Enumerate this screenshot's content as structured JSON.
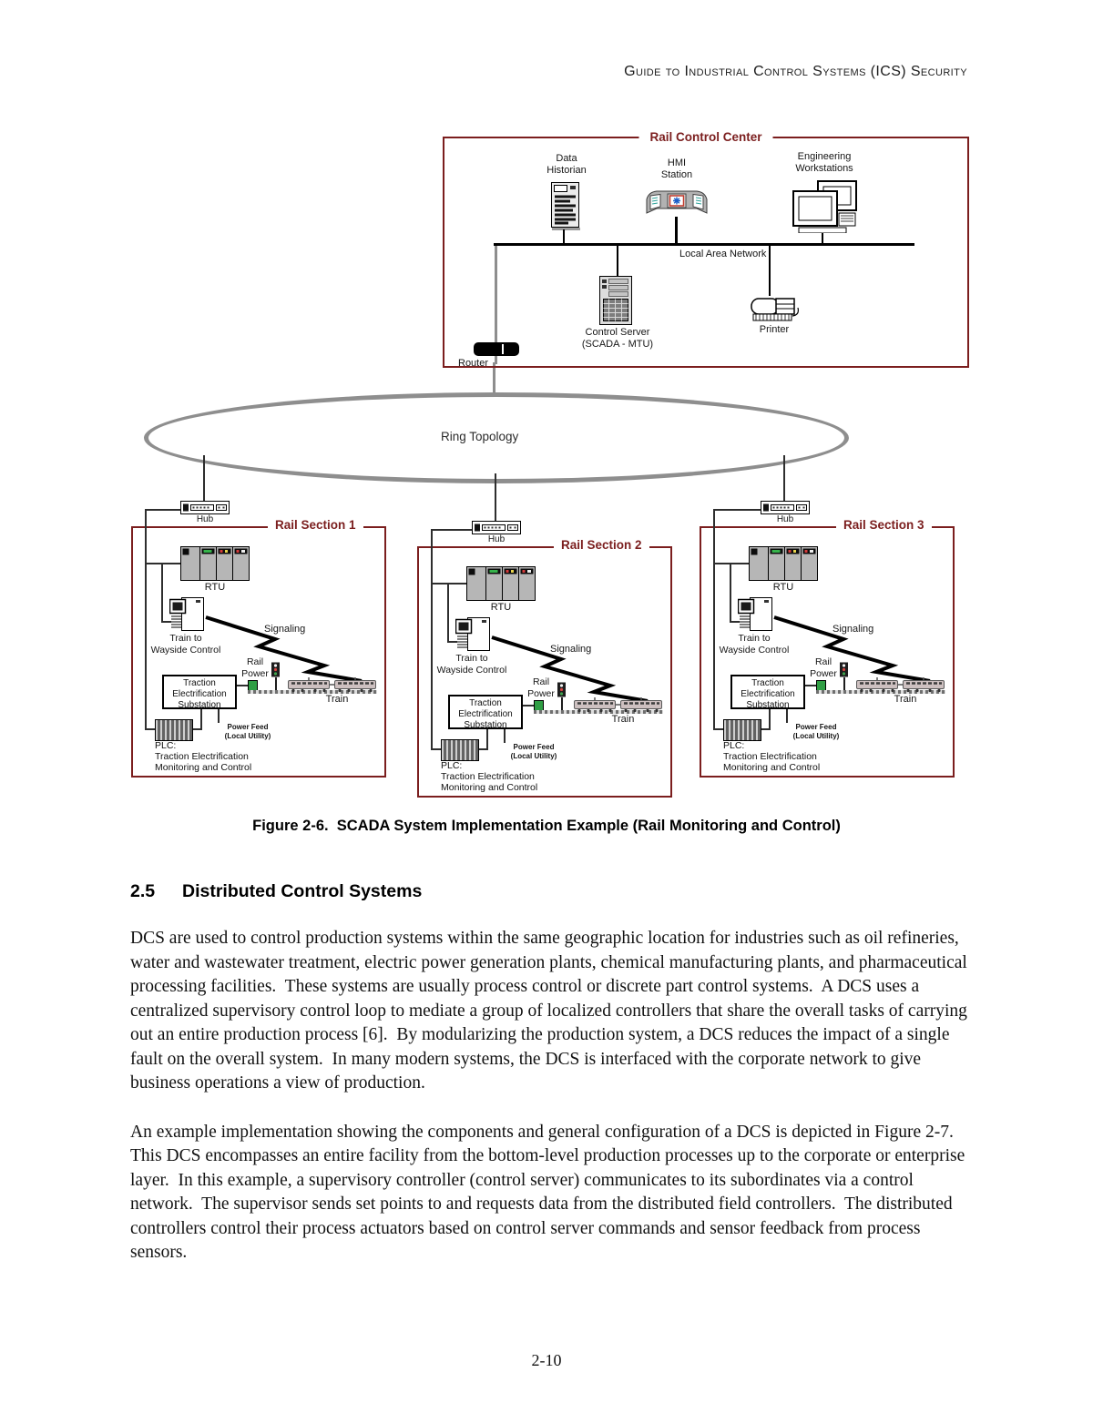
{
  "header": {
    "running_title": "Guide to Industrial Control Systems (ICS) Security"
  },
  "figure": {
    "caption": "Figure 2-6.  SCADA System Implementation Example (Rail Monitoring and Control)",
    "ring_label": "Ring Topology",
    "control_center": {
      "title": "Rail Control Center",
      "data_historian": [
        "Data",
        "Historian"
      ],
      "hmi_station": [
        "HMI",
        "Station"
      ],
      "engineering_workstations": [
        "Engineering",
        "Workstations"
      ],
      "lan_label": "Local Area Network",
      "control_server": [
        "Control Server",
        "(SCADA - MTU)"
      ],
      "printer_label": "Printer",
      "router_label": "Router"
    },
    "sections": [
      {
        "title": "Rail Section 1",
        "hub_label": "Hub",
        "rtu_label": "RTU",
        "wayside": [
          "Train to",
          "Wayside Control"
        ],
        "signaling_label": "Signaling",
        "rail_power": [
          "Rail",
          "Power"
        ],
        "substation": [
          "Traction",
          "Electrification",
          "Substation"
        ],
        "train_label": "Train",
        "power_feed": [
          "Power Feed",
          "(Local Utility)"
        ],
        "plc": [
          "PLC:",
          "Traction Electrification",
          "Monitoring and Control"
        ]
      },
      {
        "title": "Rail Section 2",
        "hub_label": "Hub",
        "rtu_label": "RTU",
        "wayside": [
          "Train to",
          "Wayside Control"
        ],
        "signaling_label": "Signaling",
        "rail_power": [
          "Rail",
          "Power"
        ],
        "substation": [
          "Traction",
          "Electrification",
          "Substation"
        ],
        "train_label": "Train",
        "power_feed": [
          "Power Feed",
          "(Local Utility)"
        ],
        "plc": [
          "PLC:",
          "Traction Electrification",
          "Monitoring and Control"
        ]
      },
      {
        "title": "Rail Section 3",
        "hub_label": "Hub",
        "rtu_label": "RTU",
        "wayside": [
          "Train to",
          "Wayside Control"
        ],
        "signaling_label": "Signaling",
        "rail_power": [
          "Rail",
          "Power"
        ],
        "substation": [
          "Traction",
          "Electrification",
          "Substation"
        ],
        "train_label": "Train",
        "power_feed": [
          "Power Feed",
          "(Local Utility)"
        ],
        "plc": [
          "PLC:",
          "Traction Electrification",
          "Monitoring and Control"
        ]
      }
    ],
    "colors": {
      "accent_maroon": "#7b1e1e",
      "ring_gray": "#8e8e8e",
      "signal_green": "#2f9e44",
      "hmi_blue": "#1a5dc8"
    }
  },
  "content": {
    "section_number": "2.5",
    "section_title": "Distributed Control Systems",
    "paragraphs": [
      "DCS are used to control production systems within the same geographic location for industries such as oil refineries, water and wastewater treatment, electric power generation plants, chemical manufacturing plants, and pharmaceutical processing facilities.  These systems are usually process control or discrete part control systems.  A DCS uses a centralized supervisory control loop to mediate a group of localized controllers that share the overall tasks of carrying out an entire production process [6].  By modularizing the production system, a DCS reduces the impact of a single fault on the overall system.  In many modern systems, the DCS is interfaced with the corporate network to give business operations a view of production.",
      "An example implementation showing the components and general configuration of a DCS is depicted in Figure 2-7.  This DCS encompasses an entire facility from the bottom-level production processes up to the corporate or enterprise layer.  In this example, a supervisory controller (control server) communicates to its subordinates via a control network.  The supervisor sends set points to and requests data from the distributed field controllers.  The distributed controllers control their process actuators based on control server commands and sensor feedback from process sensors."
    ]
  },
  "footer": {
    "page_number": "2-10"
  }
}
